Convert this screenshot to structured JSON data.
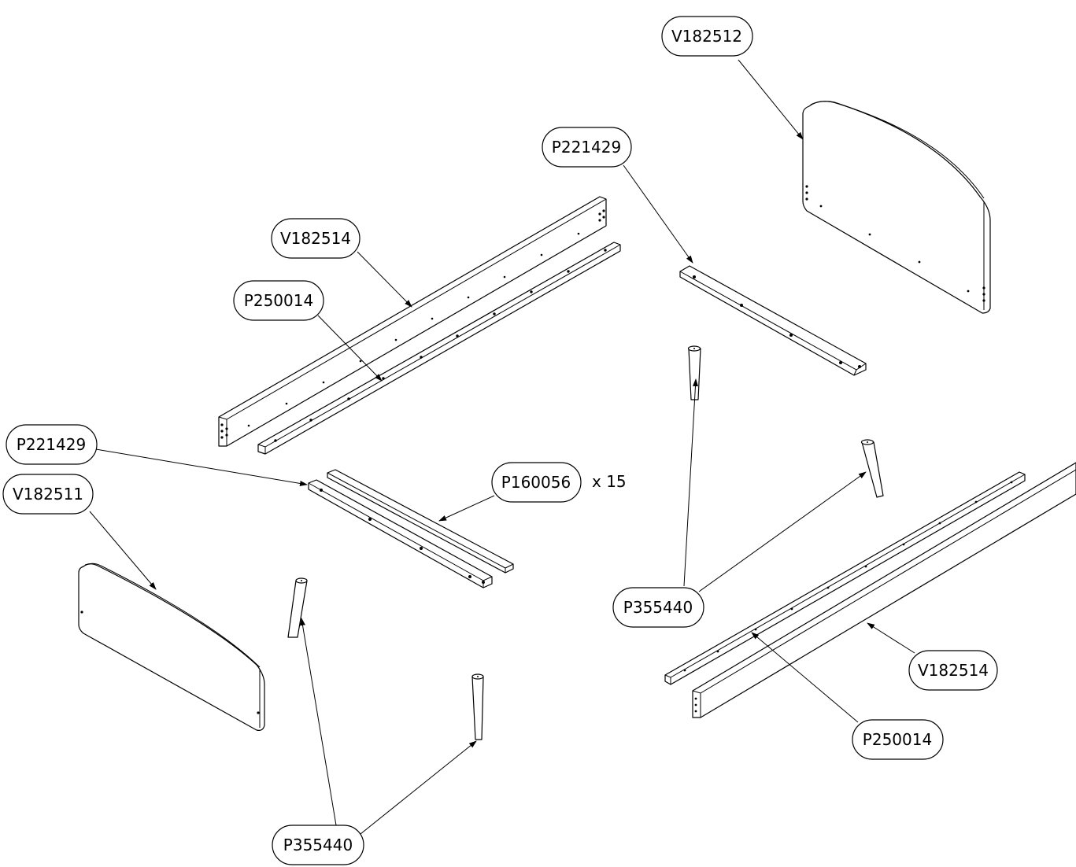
{
  "callouts": {
    "headboard": "V182512",
    "rail_top_right": "P221429",
    "side_rail_left": "V182514",
    "support_left": "P250014",
    "rail_mid_left": "P221429",
    "footboard": "V182511",
    "slat": "P160056",
    "slat_qty": "x 15",
    "legs_right": "P355440",
    "side_rail_right": "V182514",
    "support_right": "P250014",
    "legs_left": "P355440"
  }
}
